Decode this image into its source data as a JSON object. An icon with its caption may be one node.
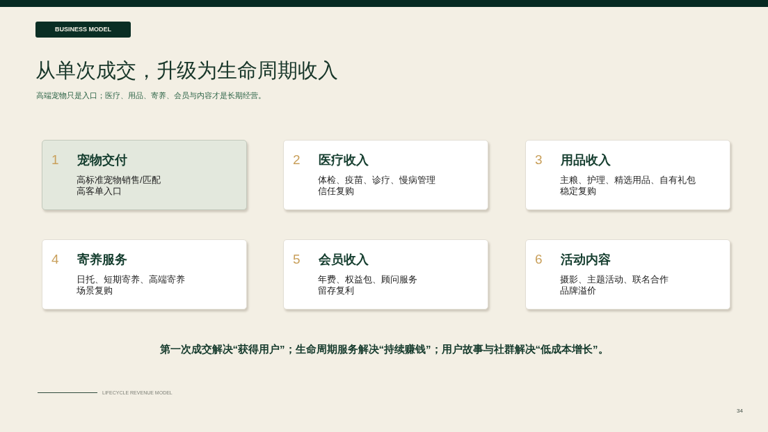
{
  "diagram": {
    "title": "从单次成交，升级为生命周期收入",
    "nodes": [
      {
        "text": [
          "1",
          "宠物交付",
          "高标准宠物销售/匹配",
          "高客单入口"
        ]
      },
      {
        "text": [
          "2",
          "医疗收入",
          "体检、疫苗、诊疗、慢病管理",
          "信任复购"
        ]
      },
      {
        "text": [
          "3",
          "用品收入",
          "主粮、护理、精选用品、自有礼包",
          "稳定复购"
        ]
      },
      {
        "text": [
          "4",
          "寄养服务",
          "日托、短期寄养、高端寄养",
          "场景复购"
        ]
      },
      {
        "text": [
          "5",
          "会员收入",
          "年费、权益包、顾问服务",
          "留存复利"
        ]
      },
      {
        "text": [
          "6",
          "活动内容",
          "摄影、主题活动、联名合作",
          "品牌溢价"
        ]
      }
    ],
    "edges": [],
    "labels": [
      "BUSINESS MODEL",
      "高端宠物只是入口；医疗、用品、寄养、会员与内容才是长期经营。",
      "第一次成交解决“获得用户”；生命周期服务解决“持续赚钱”；用户故事与社群解决“低成本增长”。",
      "LIFECYCLE REVENUE MODEL",
      "34"
    ]
  }
}
